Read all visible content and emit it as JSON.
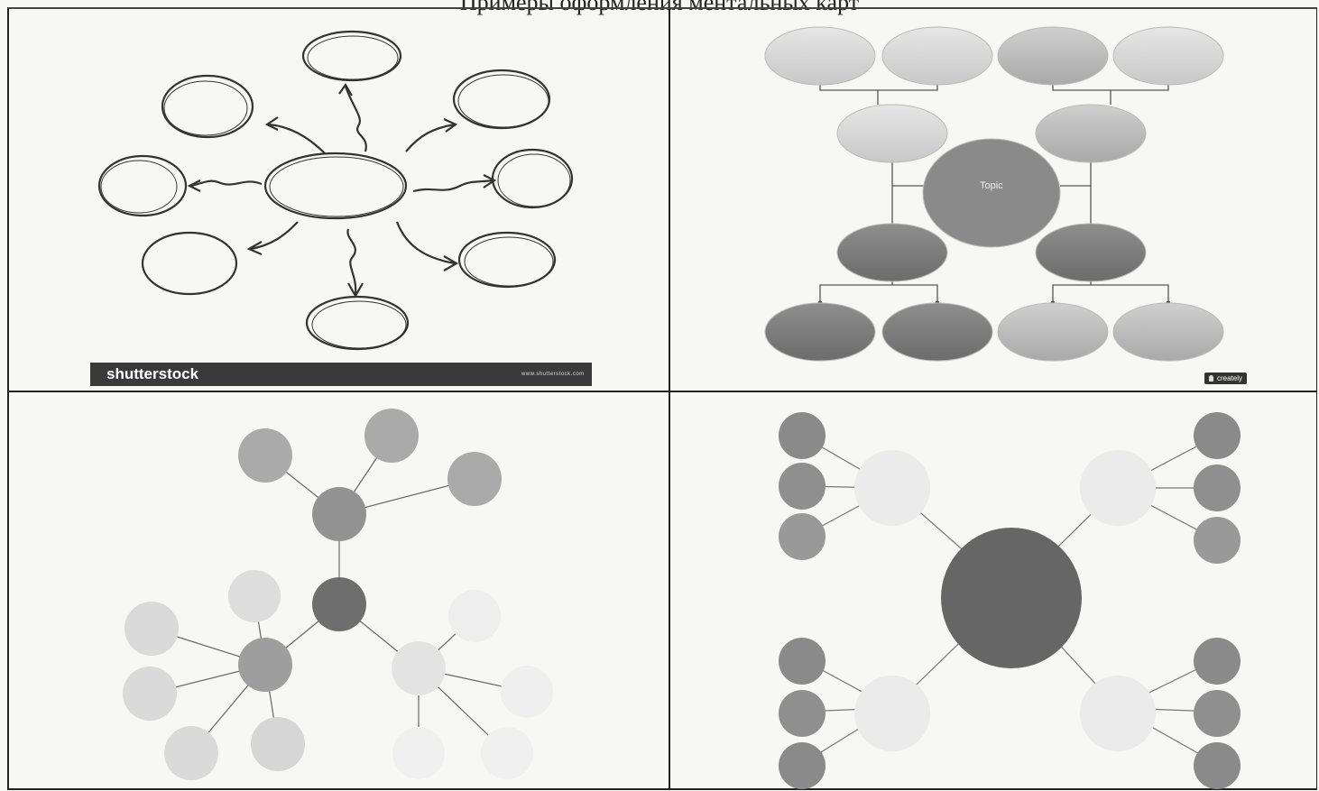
{
  "page": {
    "caption": "Примеры оформления ментальных карт"
  },
  "figure1": {
    "brand": "shutterstock",
    "brand_small": "www.shutterstock.com"
  },
  "figure2": {
    "center_label": "Topic",
    "badge": "creately",
    "colors": {
      "light": "#d6d6d6",
      "mid": "#b5b5b5",
      "dark": "#7a7a7a",
      "center": "#8a8a8a"
    }
  },
  "figure3": {
    "colors": {
      "pale": "#e3e3e3",
      "light": "#c9c9c9",
      "mid": "#9e9e9e",
      "dark": "#6e6e6e"
    }
  },
  "figure4": {
    "colors": {
      "center": "#666666",
      "pale": "#ebebeb",
      "dark": "#8a8a8a"
    }
  }
}
